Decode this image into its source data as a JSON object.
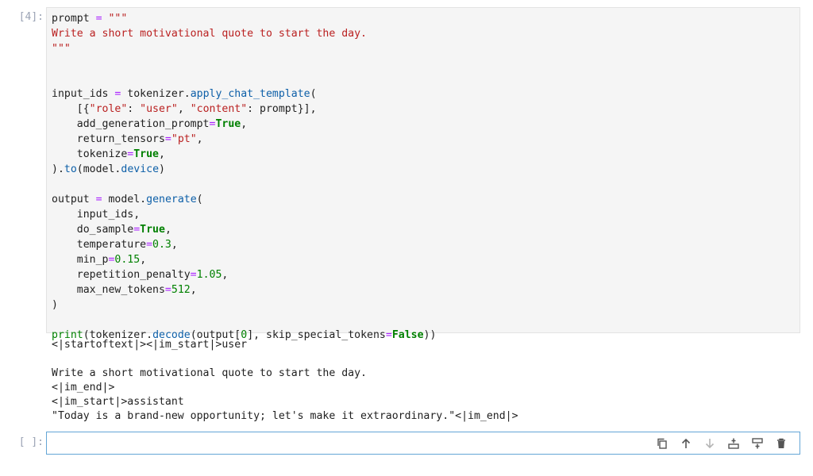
{
  "cells": {
    "executed": {
      "prompt": "[4]:",
      "code_lines": [
        [
          {
            "t": "prompt "
          },
          {
            "t": "=",
            "c": "op"
          },
          {
            "t": " "
          },
          {
            "t": "\"\"\"",
            "c": "str"
          }
        ],
        [
          {
            "t": "Write a short motivational quote to start the day.",
            "c": "str"
          }
        ],
        [
          {
            "t": "\"\"\"",
            "c": "str"
          }
        ],
        [
          {
            "t": ""
          }
        ],
        [
          {
            "t": ""
          }
        ],
        [
          {
            "t": "input_ids "
          },
          {
            "t": "=",
            "c": "op"
          },
          {
            "t": " tokenizer"
          },
          {
            "t": "."
          },
          {
            "t": "apply_chat_template",
            "c": "fn"
          },
          {
            "t": "("
          }
        ],
        [
          {
            "t": "    [{"
          },
          {
            "t": "\"role\"",
            "c": "str"
          },
          {
            "t": ": "
          },
          {
            "t": "\"user\"",
            "c": "str"
          },
          {
            "t": ", "
          },
          {
            "t": "\"content\"",
            "c": "str"
          },
          {
            "t": ": prompt}],"
          }
        ],
        [
          {
            "t": "    add_generation_prompt"
          },
          {
            "t": "=",
            "c": "op"
          },
          {
            "t": "True",
            "c": "kw"
          },
          {
            "t": ","
          }
        ],
        [
          {
            "t": "    return_tensors"
          },
          {
            "t": "=",
            "c": "op"
          },
          {
            "t": "\"pt\"",
            "c": "str"
          },
          {
            "t": ","
          }
        ],
        [
          {
            "t": "    tokenize"
          },
          {
            "t": "=",
            "c": "op"
          },
          {
            "t": "True",
            "c": "kw"
          },
          {
            "t": ","
          }
        ],
        [
          {
            "t": ")."
          },
          {
            "t": "to",
            "c": "fn"
          },
          {
            "t": "(model"
          },
          {
            "t": "."
          },
          {
            "t": "device",
            "c": "fn"
          },
          {
            "t": ")"
          }
        ],
        [
          {
            "t": ""
          }
        ],
        [
          {
            "t": "output "
          },
          {
            "t": "=",
            "c": "op"
          },
          {
            "t": " model"
          },
          {
            "t": "."
          },
          {
            "t": "generate",
            "c": "fn"
          },
          {
            "t": "("
          }
        ],
        [
          {
            "t": "    input_ids,"
          }
        ],
        [
          {
            "t": "    do_sample"
          },
          {
            "t": "=",
            "c": "op"
          },
          {
            "t": "True",
            "c": "kw"
          },
          {
            "t": ","
          }
        ],
        [
          {
            "t": "    temperature"
          },
          {
            "t": "=",
            "c": "op"
          },
          {
            "t": "0.3",
            "c": "num"
          },
          {
            "t": ","
          }
        ],
        [
          {
            "t": "    min_p"
          },
          {
            "t": "=",
            "c": "op"
          },
          {
            "t": "0.15",
            "c": "num"
          },
          {
            "t": ","
          }
        ],
        [
          {
            "t": "    repetition_penalty"
          },
          {
            "t": "=",
            "c": "op"
          },
          {
            "t": "1.05",
            "c": "num"
          },
          {
            "t": ","
          }
        ],
        [
          {
            "t": "    max_new_tokens"
          },
          {
            "t": "=",
            "c": "op"
          },
          {
            "t": "512",
            "c": "num"
          },
          {
            "t": ","
          }
        ],
        [
          {
            "t": ")"
          }
        ],
        [
          {
            "t": ""
          }
        ],
        [
          {
            "t": "print",
            "c": "bi"
          },
          {
            "t": "(tokenizer"
          },
          {
            "t": "."
          },
          {
            "t": "decode",
            "c": "fn"
          },
          {
            "t": "(output["
          },
          {
            "t": "0",
            "c": "num"
          },
          {
            "t": "], skip_special_tokens"
          },
          {
            "t": "=",
            "c": "op"
          },
          {
            "t": "False",
            "c": "kw"
          },
          {
            "t": "))"
          }
        ]
      ],
      "output_lines": [
        "<|startoftext|><|im_start|>user",
        "",
        "Write a short motivational quote to start the day.",
        "<|im_end|>",
        "<|im_start|>assistant",
        "\"Today is a brand-new opportunity; let's make it extraordinary.\"<|im_end|>"
      ]
    },
    "empty": {
      "prompt": "[ ]:",
      "toolbar": [
        {
          "name": "duplicate-cell-button",
          "icon": "copy-icon"
        },
        {
          "name": "move-up-button",
          "icon": "arrow-up-icon"
        },
        {
          "name": "move-down-button",
          "icon": "arrow-down-icon"
        },
        {
          "name": "insert-above-button",
          "icon": "insert-above-icon"
        },
        {
          "name": "insert-below-button",
          "icon": "insert-below-icon"
        },
        {
          "name": "delete-cell-button",
          "icon": "trash-icon"
        }
      ]
    }
  },
  "colors": {
    "string": "#ba2121",
    "keyword": "#008000",
    "operator": "#aa22ff",
    "function": "#0d5fa8",
    "prompt": "#9aa3b4",
    "active_border": "#64a5d6"
  }
}
